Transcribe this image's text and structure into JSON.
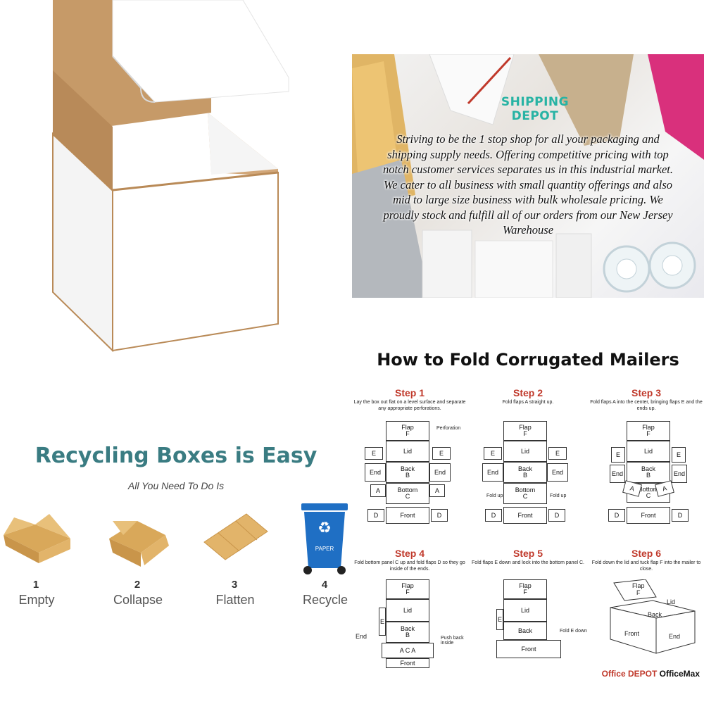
{
  "banner": {
    "title_line1": "SHIPPING",
    "title_line2": "DEPOT",
    "text": "Striving to be the 1 stop shop for all your packaging and shipping supply needs. Offering competitive pricing with top notch customer services separates us in this industrial market. We cater to all business with small quantity offerings and also mid to large size business with bulk wholesale pricing. We proudly stock and fulfill all of our orders from our New Jersey Warehouse",
    "accent_color": "#27b3a4"
  },
  "recycling": {
    "title": "Recycling Boxes is Easy",
    "subtitle": "All You Need To Do Is",
    "bin_label": "PAPER",
    "steps": [
      {
        "num": "1",
        "label": "Empty"
      },
      {
        "num": "2",
        "label": "Collapse"
      },
      {
        "num": "3",
        "label": "Flatten"
      },
      {
        "num": "4",
        "label": "Recycle"
      }
    ],
    "title_color": "#3a7c82",
    "bin_color": "#1f6fc4"
  },
  "fold_guide": {
    "title": "How to Fold Corrugated Mailers",
    "steps": [
      {
        "title": "Step 1",
        "desc": "Lay the box out flat on a level surface and separate any appropriate perforations."
      },
      {
        "title": "Step 2",
        "desc": "Fold flaps A straight up."
      },
      {
        "title": "Step 3",
        "desc": "Fold flaps A into the center, bringing flaps E and the ends up."
      },
      {
        "title": "Step 4",
        "desc": "Fold bottom panel C up and fold flaps D so they go inside of the ends."
      },
      {
        "title": "Step 5",
        "desc": "Fold flaps E down and lock into the bottom panel C."
      },
      {
        "title": "Step 6",
        "desc": "Fold down the lid and tuck flap F into the mailer to close."
      }
    ],
    "labels": {
      "flap": "Flap",
      "f": "F",
      "lid": "Lid",
      "back": "Back",
      "b": "B",
      "bottom": "Bottom",
      "c": "C",
      "front": "Front",
      "end": "End",
      "e": "E",
      "a": "A",
      "d": "D",
      "perforation": "Perforation",
      "fold_up": "Fold up",
      "push_back": "Push back inside",
      "fold_e_down": "Fold E down"
    },
    "brand_1": "Office DEPOT",
    "brand_2": "OfficeMax",
    "step_color": "#c0392b"
  }
}
